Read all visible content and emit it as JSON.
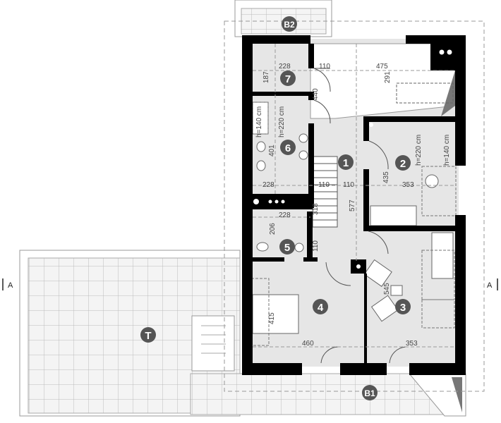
{
  "plan": {
    "rooms": {
      "r1": "1",
      "r2": "2",
      "r3": "3",
      "r4": "4",
      "r5": "5",
      "r6": "6",
      "r7": "7",
      "terrace": "T",
      "balcony1": "B1",
      "balcony2": "B2"
    },
    "section_marker": "A",
    "dimensions": {
      "r7_w": "228",
      "r7_h": "187",
      "corr_top": "110",
      "void_w": "475",
      "void_h": "291",
      "corr_h": "440",
      "r6_h1": "h=140 cm",
      "r6_h2": "h=220 cm",
      "r6_d": "401",
      "r6_w": "228",
      "stair_w": "110",
      "corr_w": "110",
      "corr_len": "577",
      "stair_len": "318",
      "r2_d": "435",
      "r2_w": "353",
      "r2_h1": "h=220 cm",
      "r2_h2": "h=140 cm",
      "r5_w": "228",
      "r5_h": "206",
      "r5_door": "110",
      "r3_d": "545",
      "r3_w": "353",
      "r4_d": "415",
      "r4_w": "460"
    },
    "colors": {
      "wall": "#000000",
      "floor": "#e6e6e6",
      "label_badge": "#555555",
      "line": "#888888"
    }
  }
}
